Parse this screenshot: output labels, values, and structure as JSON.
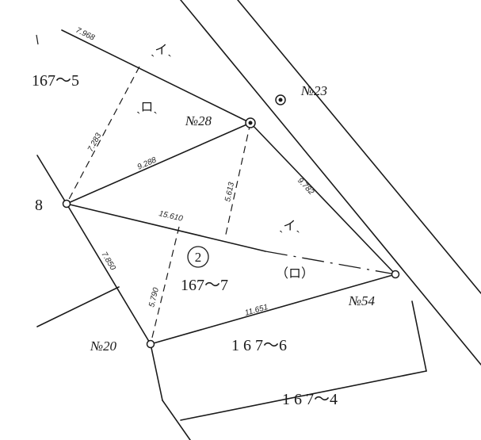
{
  "parcels": {
    "p167_5": "167〜5",
    "p167_7": "167〜7",
    "p167_6": "1 6 7〜6",
    "p167_4": "1 6 7〜4",
    "circled_number": "2",
    "left_cut": "8"
  },
  "subdivisions": {
    "top_i": "ˎイˎ",
    "top_ro": "ˎロˎ",
    "mid_i": "ˎイˎ",
    "mid_ro": "（ロ）"
  },
  "points": {
    "no23": "№23",
    "no28": "№28",
    "no54": "№54",
    "no20": "№20"
  },
  "dimensions": {
    "top_edge": "7.968",
    "dashed_upper_left": "7.283",
    "line_8_to_28": "9.288",
    "dashed_28_down": "5.613",
    "line_28_to_54": "9.782",
    "line_8_to_54": "15.610",
    "line_8_to_20": "7.850",
    "dashed_20_up": "5.790",
    "line_20_to_54": "11.651"
  }
}
